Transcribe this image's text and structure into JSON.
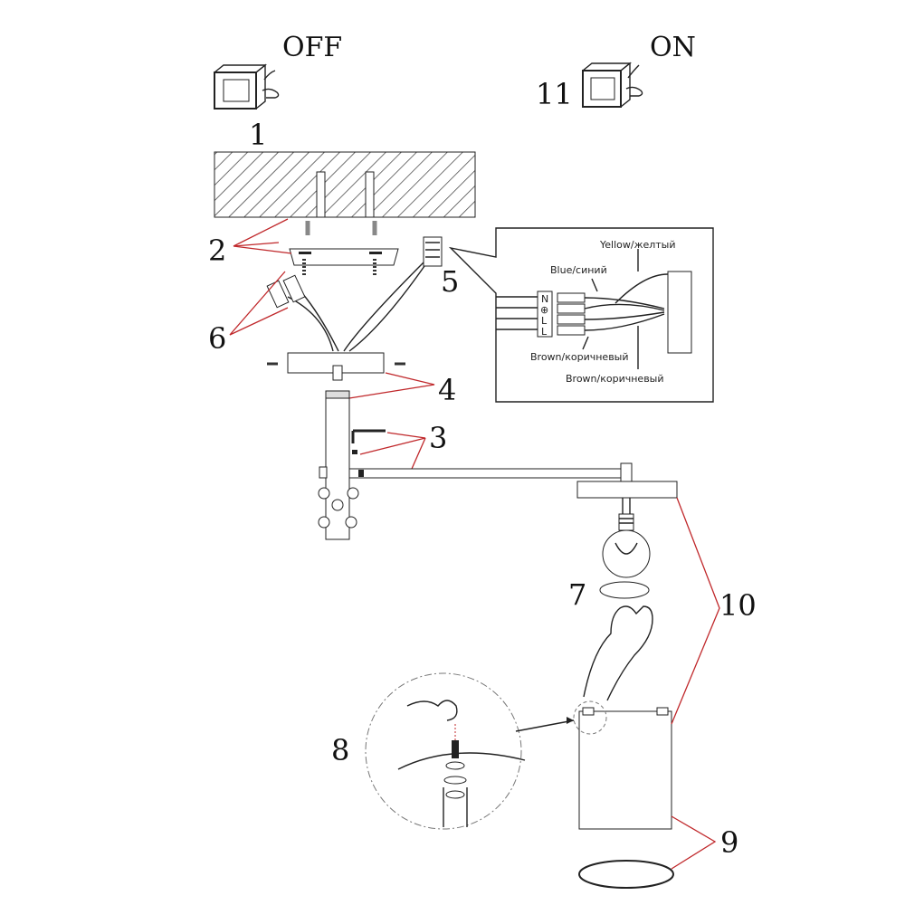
{
  "switch_off": {
    "label": "OFF",
    "step": "1"
  },
  "switch_on": {
    "label": "ON",
    "step": "11"
  },
  "steps": {
    "s2": "2",
    "s3": "3",
    "s4": "4",
    "s5": "5",
    "s6": "6",
    "s7": "7",
    "s8": "8",
    "s9": "9",
    "s10": "10"
  },
  "wiring": {
    "yellow": "Yellow/желтый",
    "blue": "Blue/синий",
    "brown1": "Brown/коричневый",
    "brown2": "Brown/коричневый",
    "terminals": [
      "N",
      "⊕",
      "L",
      "L"
    ]
  },
  "colors": {
    "leader": "#c0282b",
    "line": "#222222"
  }
}
